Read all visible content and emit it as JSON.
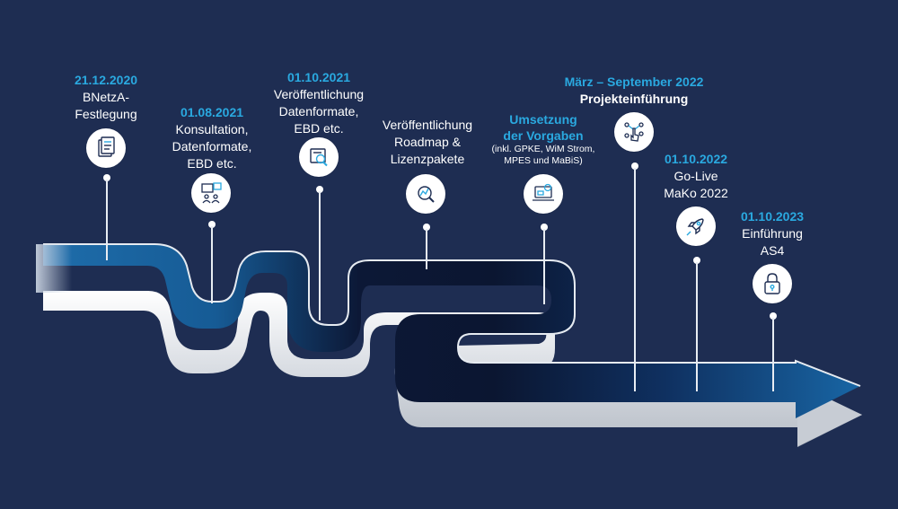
{
  "milestones": [
    {
      "date": "21.12.2020",
      "lines": [
        "BNetzA-",
        "Festlegung"
      ],
      "icon": "document-stack-icon"
    },
    {
      "date": "01.08.2021",
      "lines": [
        "Konsultation,",
        "Datenformate,",
        "EBD etc."
      ],
      "icon": "meeting-presentation-icon"
    },
    {
      "date": "01.10.2021",
      "lines": [
        "Veröffentlichung",
        "Datenformate,",
        "EBD etc."
      ],
      "icon": "document-search-icon"
    },
    {
      "date": "",
      "lines": [
        "Veröffentlichung",
        "Roadmap &",
        "Lizenzpakete"
      ],
      "icon": "chart-magnifier-icon"
    },
    {
      "date_lines": [
        "Umsetzung",
        "der Vorgaben"
      ],
      "small_lines": [
        "(inkl. GPKE, WiM Strom,",
        "MPES und MaBiS)"
      ],
      "icon": "laptop-settings-icon"
    },
    {
      "date": "März – September 2022",
      "lines": [
        "Projekteinführung"
      ],
      "icon": "touch-network-icon"
    },
    {
      "date": "01.10.2022",
      "lines": [
        "Go-Live",
        "MaKo 2022"
      ],
      "icon": "rocket-icon"
    },
    {
      "date": "01.10.2023",
      "lines": [
        "Einführung",
        "AS4"
      ],
      "icon": "padlock-icon"
    }
  ],
  "colors": {
    "background": "#1e2d52",
    "accent": "#2aa9e0",
    "road_light": "#1766a4",
    "road_dark": "#0c1a38",
    "road_edge": "#d6dbe2",
    "text": "#ffffff"
  }
}
